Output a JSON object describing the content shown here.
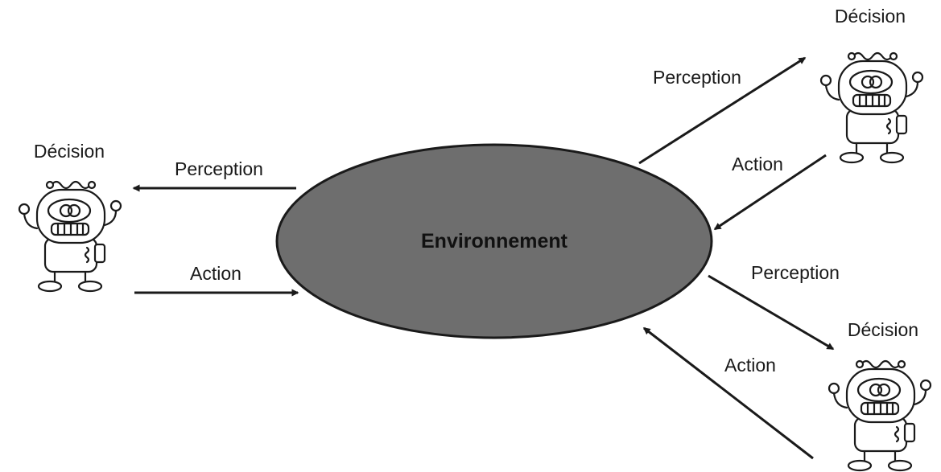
{
  "colors": {
    "environment_fill": "#6e6e6e",
    "stroke": "#1a1a1a",
    "background": "#ffffff"
  },
  "environment": {
    "label": "Environnement"
  },
  "agents": [
    {
      "id": "left",
      "decision_label": "Décision",
      "perception_label": "Perception",
      "action_label": "Action"
    },
    {
      "id": "top-right",
      "decision_label": "Décision",
      "perception_label": "Perception",
      "action_label": "Action"
    },
    {
      "id": "bottom-right",
      "decision_label": "Décision",
      "perception_label": "Perception",
      "action_label": "Action"
    }
  ],
  "icons": [
    "robot-icon",
    "arrow-icon"
  ]
}
